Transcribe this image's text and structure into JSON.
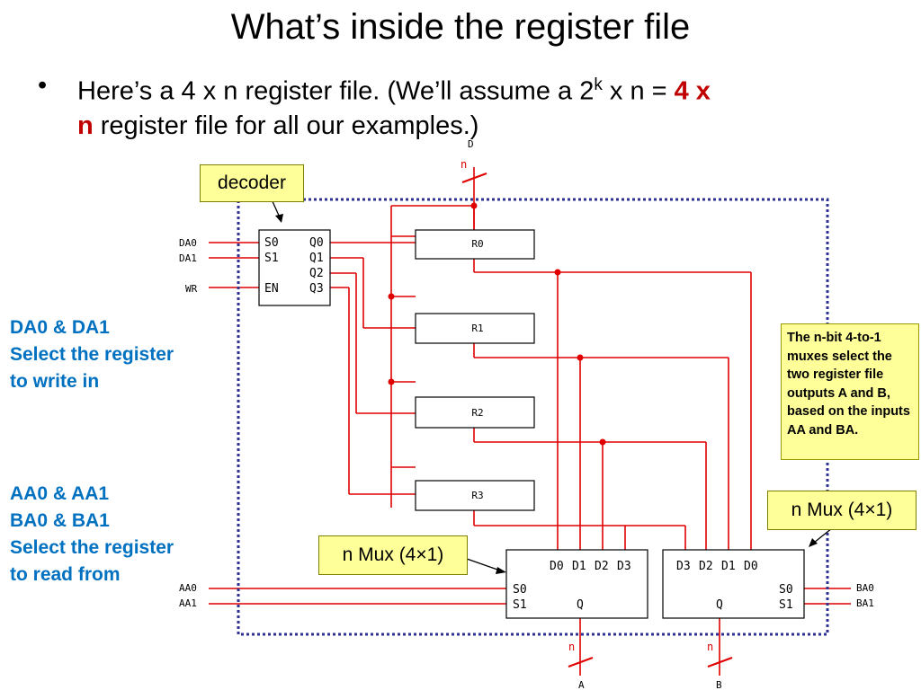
{
  "slide": {
    "title": "What’s inside the register file",
    "bullet": {
      "prefix": "Here’s a 4 x n register file. (We’ll assume a 2",
      "superscript": "k",
      "middle": " x n = ",
      "highlight_1": "4 x",
      "highlight_2": "n",
      "suffix": "  register file for all our examples.)"
    }
  },
  "labels": {
    "da_select": [
      "DA0 & DA1",
      "Select the register",
      "to write in"
    ],
    "aa_ba_select": [
      "AA0 & AA1",
      "BA0 & BA1",
      "Select the register",
      "to read from"
    ],
    "decoder_callout": "decoder",
    "mux_left_callout": "n Mux (4×1)",
    "mux_right_callout": "n Mux (4×1)",
    "mux_note": "The n-bit 4-to-1 muxes select the two register file outputs A and B, based on the inputs AA and BA."
  },
  "diagram": {
    "data_input": {
      "name": "D",
      "width": "n"
    },
    "inputs_left": [
      "DA0",
      "DA1",
      "WR"
    ],
    "decoder": {
      "inputs": [
        "S0",
        "S1",
        "EN"
      ],
      "outputs": [
        "Q0",
        "Q1",
        "Q2",
        "Q3"
      ]
    },
    "registers": [
      "R0",
      "R1",
      "R2",
      "R3"
    ],
    "mux_left": {
      "data_pins": [
        "D0",
        "D1",
        "D2",
        "D3"
      ],
      "select_pins": [
        "S0",
        "S1"
      ],
      "output_pin": "Q",
      "select_inputs": [
        "AA0",
        "AA1"
      ],
      "output": "A",
      "output_width": "n"
    },
    "mux_right": {
      "data_pins": [
        "D3",
        "D2",
        "D1",
        "D0"
      ],
      "select_pins": [
        "S0",
        "S1"
      ],
      "output_pin": "Q",
      "select_inputs": [
        "BA0",
        "BA1"
      ],
      "output": "B",
      "output_width": "n"
    },
    "colors": {
      "wire": "#e00000",
      "component_border": "#000000",
      "boundary": "#2e3192",
      "label_blue": "#0070c0",
      "note_fill": "#ffff99"
    }
  }
}
